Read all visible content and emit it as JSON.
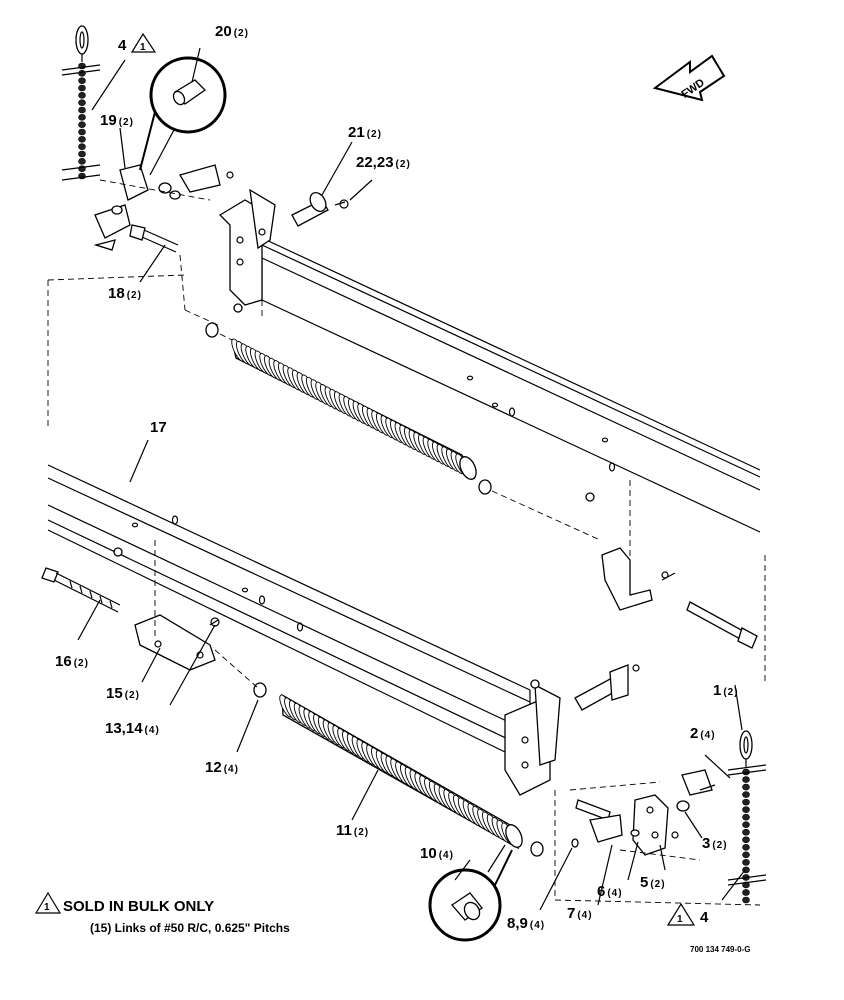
{
  "callouts": {
    "c1": {
      "num": "1",
      "qty": "(2)"
    },
    "c2": {
      "num": "2",
      "qty": "(4)"
    },
    "c3": {
      "num": "3",
      "qty": "(2)"
    },
    "c4a": {
      "num": "4"
    },
    "c4b": {
      "num": "4"
    },
    "c5": {
      "num": "5",
      "qty": "(2)"
    },
    "c6": {
      "num": "6",
      "qty": "(4)"
    },
    "c7": {
      "num": "7",
      "qty": "(4)"
    },
    "c89": {
      "num": "8,9",
      "qty": "(4)"
    },
    "c10": {
      "num": "10",
      "qty": "(4)"
    },
    "c11": {
      "num": "11",
      "qty": "(2)"
    },
    "c12": {
      "num": "12",
      "qty": "(4)"
    },
    "c1314": {
      "num": "13,14",
      "qty": "(4)"
    },
    "c15": {
      "num": "15",
      "qty": "(2)"
    },
    "c16": {
      "num": "16",
      "qty": "(2)"
    },
    "c17": {
      "num": "17"
    },
    "c18": {
      "num": "18",
      "qty": "(2)"
    },
    "c19": {
      "num": "19",
      "qty": "(2)"
    },
    "c20": {
      "num": "20",
      "qty": "(2)"
    },
    "c21": {
      "num": "21",
      "qty": "(2)"
    },
    "c2223": {
      "num": "22,23",
      "qty": "(2)"
    }
  },
  "flag_symbol": "1",
  "fwd_label": "FWD",
  "note": {
    "main": "SOLD IN BULK ONLY",
    "sub": "(15) Links of #50 R/C, 0.625\" Pitchs"
  },
  "drawing_number": "700 134 749-0-G"
}
